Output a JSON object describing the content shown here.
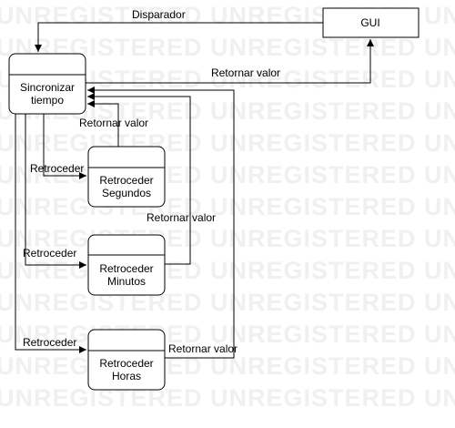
{
  "watermark": {
    "text": "UNREGISTERED",
    "rows": 13
  },
  "colors": {
    "stroke": "#000000",
    "fill": "#ffffff",
    "watermark": "#f0f0f0"
  },
  "nodes": {
    "gui": {
      "label": "GUI"
    },
    "sync": {
      "line1": "Sincronizar",
      "line2": "tiempo"
    },
    "seconds": {
      "line1": "Retroceder",
      "line2": "Segundos"
    },
    "minutes": {
      "line1": "Retroceder",
      "line2": "Minutos"
    },
    "hours": {
      "line1": "Retroceder",
      "line2": "Horas"
    }
  },
  "flows": {
    "gui_to_sync": "Disparador",
    "sync_to_gui": "Retornar valor",
    "seconds_return": "Retornar valor",
    "minutes_return": "Retornar valor",
    "hours_return": "Retornar valor",
    "sync_to_seconds": "Retroceder",
    "sync_to_minutes": "Retroceder",
    "sync_to_hours": "Retroceder"
  }
}
